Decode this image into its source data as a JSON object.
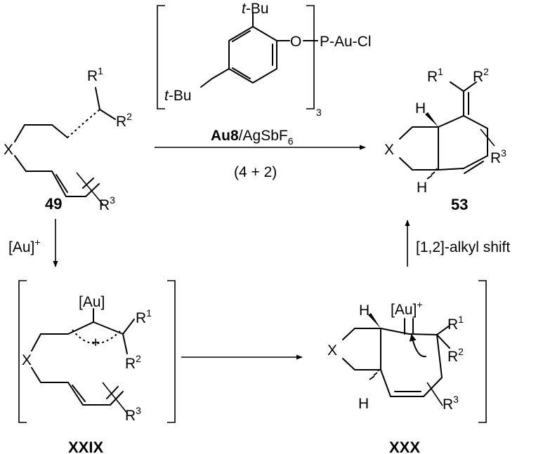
{
  "catalyst": {
    "tBu_top": "t-Bu",
    "tBu_left": "t-Bu",
    "oxygen": "O",
    "phosphite_gold": "P-Au-Cl",
    "subscript": "3"
  },
  "top_arrow": {
    "reagent_bold": "Au8",
    "reagent_rest": "/AgSbF",
    "reagent_subscript": "6",
    "mode": "(4 + 2)"
  },
  "compound_49": {
    "label": "49",
    "X": "X",
    "R1": "R",
    "R1_sup": "1",
    "R2": "R",
    "R2_sup": "2",
    "R3": "R",
    "R3_sup": "3"
  },
  "compound_53": {
    "label": "53",
    "X": "X",
    "H_top": "H",
    "H_bottom": "H",
    "R1": "R",
    "R1_sup": "1",
    "R2": "R",
    "R2_sup": "2",
    "R3": "R",
    "R3_sup": "3"
  },
  "left_arrow": {
    "text": "[Au]",
    "sup": "+"
  },
  "intermediate_XXIX": {
    "label": "XXIX",
    "Au": "[Au]",
    "charge": "+",
    "X": "X",
    "R1": "R",
    "R1_sup": "1",
    "R2": "R",
    "R2_sup": "2",
    "R3": "R",
    "R3_sup": "3"
  },
  "right_arrow": {
    "text": "[1,2]-alkyl shift"
  },
  "intermediate_XXX": {
    "label": "XXX",
    "Au": "[Au]",
    "Au_sup": "+",
    "X": "X",
    "H_top": "H",
    "H_bottom": "H",
    "R1": "R",
    "R1_sup": "1",
    "R2": "R",
    "R2_sup": "2",
    "R3": "R",
    "R3_sup": "3"
  }
}
